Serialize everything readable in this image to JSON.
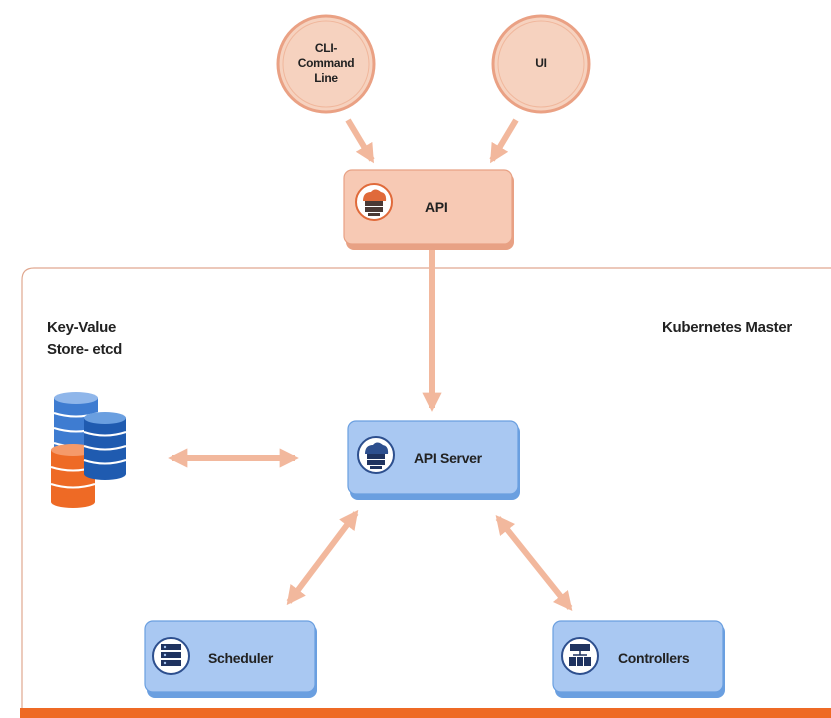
{
  "colors": {
    "peach_fill": "#f7c9b4",
    "peach_border": "#e8a184",
    "blue_fill": "#a9c8f2",
    "blue_border": "#6a9fe0",
    "arrow": "#f2b89d",
    "frame_bottom": "#ee6a25",
    "db_blue": "#2e6cc0",
    "db_orange": "#ee6a25"
  },
  "nodes": {
    "cli": {
      "label": "CLI-\nCommand\nLine",
      "shape": "circle"
    },
    "ui": {
      "label": "UI",
      "shape": "circle"
    },
    "api": {
      "label": "API",
      "shape": "box",
      "icon": "cloud-server-icon"
    },
    "api_server": {
      "label": "API Server",
      "shape": "box",
      "icon": "cloud-server-icon"
    },
    "scheduler": {
      "label": "Scheduler",
      "shape": "box",
      "icon": "server-rack-icon"
    },
    "controllers": {
      "label": "Controllers",
      "shape": "box",
      "icon": "controllers-icon"
    }
  },
  "kv_store": {
    "line1": "Key-Value",
    "line2": "Store- etcd",
    "icon": "database-icon"
  },
  "master": {
    "label": "Kubernetes Master"
  },
  "edges": [
    {
      "from": "cli",
      "to": "api",
      "direction": "forward"
    },
    {
      "from": "ui",
      "to": "api",
      "direction": "forward"
    },
    {
      "from": "api",
      "to": "api_server",
      "direction": "forward"
    },
    {
      "from": "kv_store",
      "to": "api_server",
      "direction": "both"
    },
    {
      "from": "api_server",
      "to": "scheduler",
      "direction": "both"
    },
    {
      "from": "api_server",
      "to": "controllers",
      "direction": "both"
    }
  ]
}
